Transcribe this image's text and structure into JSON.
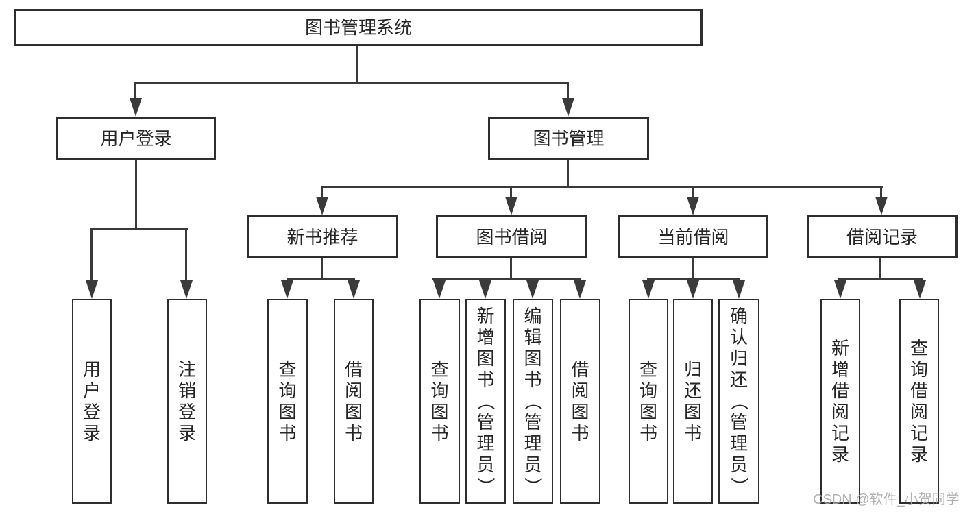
{
  "diagram": {
    "root": {
      "label": "图书管理系统"
    },
    "branches": [
      {
        "label": "用户登录",
        "children": [
          {
            "label": "用户登录"
          },
          {
            "label": "注销登录"
          }
        ]
      },
      {
        "label": "图书管理",
        "groups": [
          {
            "label": "新书推荐",
            "children": [
              {
                "label": "查询图书"
              },
              {
                "label": "借阅图书"
              }
            ]
          },
          {
            "label": "图书借阅",
            "children": [
              {
                "label": "查询图书"
              },
              {
                "label": "新增图书（管理员）"
              },
              {
                "label": "编辑图书（管理员）"
              },
              {
                "label": "借阅图书"
              }
            ]
          },
          {
            "label": "当前借阅",
            "children": [
              {
                "label": "查询图书"
              },
              {
                "label": "归还图书"
              },
              {
                "label": "确认归还（管理员）"
              }
            ]
          },
          {
            "label": "借阅记录",
            "children": [
              {
                "label": "新增借阅记录"
              },
              {
                "label": "查询借阅记录"
              }
            ]
          }
        ]
      }
    ]
  },
  "watermark": {
    "label": "CSDN @软件_小贺同学"
  },
  "colors": {
    "background": "#ffffff",
    "line": "#3a3a3a",
    "box_border": "#2e2e2e",
    "text": "#262626",
    "watermark": "#aaaaaa"
  }
}
